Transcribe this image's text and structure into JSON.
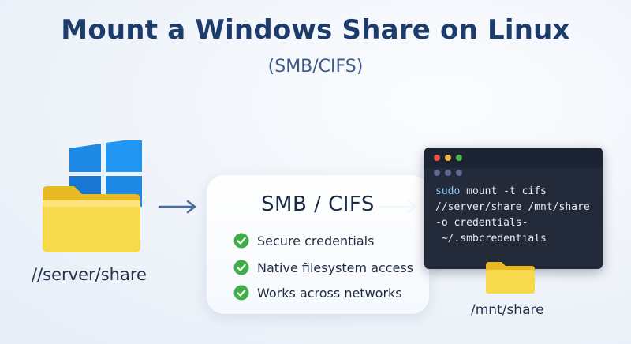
{
  "header": {
    "title": "Mount a Windows Share on Linux",
    "subtitle": "(SMB/CIFS)"
  },
  "source": {
    "icon": "windows-logo-icon",
    "folder_icon": "folder-icon",
    "label": "//server/share"
  },
  "protocol": {
    "title": "SMB / CIFS",
    "features": [
      "Secure credentials",
      "Native filesystem access",
      "Works across networks"
    ],
    "check_icon": "check-circle-icon"
  },
  "terminal": {
    "lines": [
      {
        "keyword": "sudo",
        "rest": " mount -t cifs"
      },
      {
        "keyword": "",
        "rest": "//server/share /mnt/share"
      },
      {
        "keyword": "",
        "rest": "-o credentials-"
      },
      {
        "keyword": "",
        "rest": " ~/.smbcredentials"
      }
    ]
  },
  "target": {
    "folder_icon": "folder-icon",
    "label": "/mnt/share"
  },
  "colors": {
    "title": "#1d3b6b",
    "windows_blue": "#1e88e5",
    "folder_yellow": "#f7d94c",
    "check_green": "#3fae49",
    "terminal_bg": "#232b3b",
    "arrow": "#4a6b9a"
  }
}
